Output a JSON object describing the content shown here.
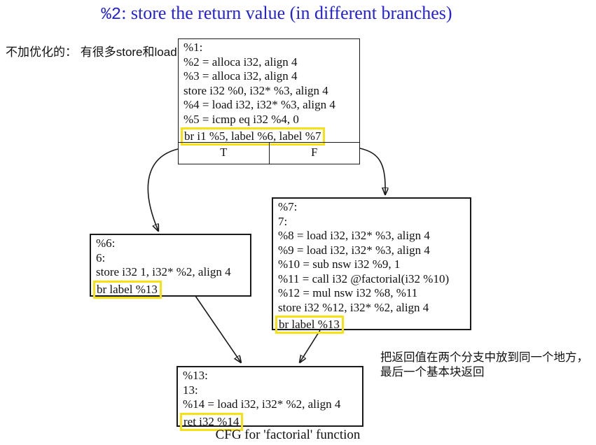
{
  "title": {
    "code": "%2",
    "rest": ": store the return value (in different branches)"
  },
  "annotations": {
    "left": "不加优化的： 有很多store和load",
    "right_line1": "把返回值在两个分支中放到同一个地方，",
    "right_line2": "最后一个基本块返回"
  },
  "caption": "CFG for 'factorial' function",
  "colors": {
    "title_blue": "#2222dd",
    "highlight_border": "#f8e112",
    "box_border": "#1a1a1a",
    "text": "#111111",
    "background": "#ffffff"
  },
  "cfg": {
    "entry": {
      "lines": [
        "%1:",
        "%2 = alloca i32, align 4",
        "%3 = alloca i32, align 4",
        "store i32 %0, i32* %3, align 4",
        "%4 = load i32, i32* %3, align 4",
        "%5 = icmp eq i32 %4, 0"
      ],
      "terminator": "br i1 %5, label %6, label %7",
      "true_label": "T",
      "false_label": "F"
    },
    "block6": {
      "lines": [
        "%6:",
        "6:",
        "store i32 1, i32* %2, align 4"
      ],
      "terminator": "br label %13"
    },
    "block7": {
      "lines": [
        "%7:",
        "7:",
        "%8 = load i32, i32* %3, align 4",
        "%9 = load i32, i32* %3, align 4",
        "%10 = sub nsw i32 %9, 1",
        "%11 = call i32 @factorial(i32 %10)",
        "%12 = mul nsw i32 %8, %11",
        "store i32 %12, i32* %2, align 4"
      ],
      "terminator": "br label %13"
    },
    "block13": {
      "lines": [
        "%13:",
        "13:",
        "%14 = load i32, i32* %2, align 4"
      ],
      "terminator": "ret i32 %14"
    }
  }
}
